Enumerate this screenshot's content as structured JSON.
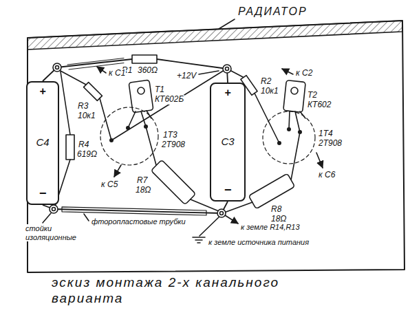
{
  "diagram": {
    "caption": "эскиз монтажа 2-х канального варианта",
    "nodes": [
      {
        "text": [
          "+",
          "C4",
          "−"
        ]
      },
      {
        "text": [
          "+",
          "C3",
          "−"
        ]
      }
    ],
    "edges": [
      {
        "from": 0,
        "to": 1,
        "arrow": "none"
      },
      {
        "from": 0,
        "to": 1,
        "arrow": "none"
      }
    ],
    "labels": [
      "РАДИАТОР",
      "R1",
      "360Ω",
      "R3",
      "10к1",
      "к C1",
      "T1",
      "КТ602Б",
      "+12V",
      "R2",
      "10к1",
      "к C2",
      "T2",
      "КТ602",
      "1T3",
      "2T908",
      "1T4",
      "2T908",
      "к C5",
      "к C6",
      "R4",
      "619Ω",
      "R7",
      "18Ω",
      "R8",
      "18Ω",
      "стойки изоляционные",
      "фторопластовые трубки",
      "к земле R14,R13",
      "к земле источника питания"
    ]
  }
}
